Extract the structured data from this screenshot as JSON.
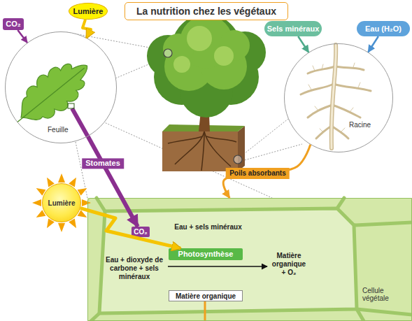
{
  "diagram": {
    "title": "La nutrition chez les végétaux",
    "nodes": [
      {
        "text": [
          "CO₂"
        ]
      },
      {
        "text": [
          "Lumière"
        ]
      },
      {
        "text": [
          "Feuille"
        ]
      },
      {
        "text": [
          "Sels minéraux"
        ]
      },
      {
        "text": [
          "Eau (H₂O)"
        ]
      },
      {
        "text": [
          "Racine"
        ]
      },
      {
        "text": [
          "Lumière"
        ]
      },
      {
        "text": [
          "Cellule végétale"
        ]
      },
      {
        "text": [
          "CO₂"
        ],
        "in": 7
      },
      {
        "text": [
          "Photosynthèse"
        ],
        "in": 7
      },
      {
        "text": [
          "Matière organique"
        ],
        "in": 7
      }
    ],
    "edges": [
      {
        "from": 0,
        "to": 2,
        "arrow": "to"
      },
      {
        "from": 1,
        "to": 2,
        "arrow": "to"
      },
      {
        "from": 3,
        "to": 5,
        "arrow": "to"
      },
      {
        "from": 4,
        "to": 5,
        "arrow": "to"
      },
      {
        "from": 2,
        "to": 8,
        "arrow": "to",
        "label": "Stomates"
      },
      {
        "from": 5,
        "to": 7,
        "arrow": "to",
        "label": "Poils absorbants"
      },
      {
        "from": 6,
        "to": 9,
        "arrow": "to"
      }
    ],
    "labels": [
      "Eau + sels minéraux",
      "Eau + dioxyde de carbone + sels minéraux",
      "Matière organique + O₂"
    ]
  }
}
